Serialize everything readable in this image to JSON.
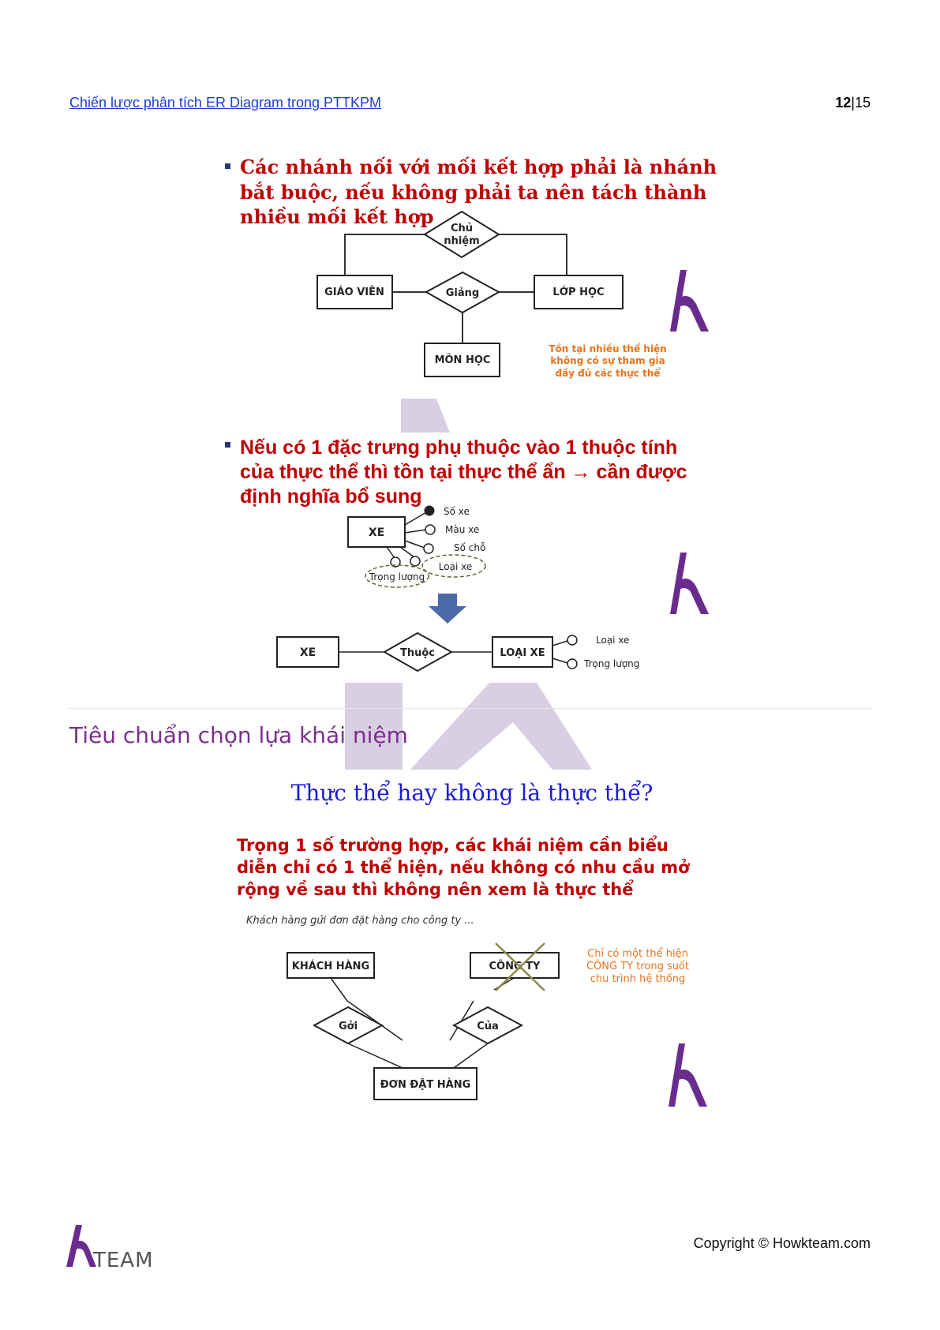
{
  "header": {
    "doc_title": "Chiến lược phân tích ER Diagram trong PTTKPM",
    "page_current": "12",
    "page_sep": "|",
    "page_total": "15"
  },
  "figure1": {
    "bullet_lines": [
      "Các nhánh nối với mối kết hợp phải là nhánh",
      "bắt buộc, nếu không phải ta nên tách thành",
      "nhiều mối kết hợp"
    ],
    "rel_top_lines": [
      "Chủ",
      "nhiệm"
    ],
    "entity_left": "GIÁO VIÊN",
    "rel_mid": "Giảng",
    "entity_right": "LỚP HỌC",
    "entity_bottom": "MÔN HỌC",
    "note_lines": [
      "Tồn tại nhiều thể hiện",
      "không có sự tham gia",
      "đầy đủ các thực thể"
    ]
  },
  "figure2": {
    "bullet_lines": [
      "Nếu có 1 đặc trưng phụ thuộc vào 1 thuộc tính",
      "của thực thể thì tồn tại thực thể ẩn → cần được",
      "định nghĩa bổ sung"
    ],
    "entity": "XE",
    "attrs": [
      "Số xe",
      "Màu xe",
      "Số chỗ",
      "Loại xe",
      "Trọng lượng"
    ],
    "entity_b1": "XE",
    "rel_b": "Thuộc",
    "entity_b2": "LOẠI XE",
    "attrs_b": [
      "Loại xe",
      "Trọng lượng"
    ]
  },
  "section": {
    "title": "Tiêu chuẩn chọn lựa khái niệm"
  },
  "figure3": {
    "heading": "Thực thể hay không là thực thể?",
    "para_lines": [
      "Trọng 1 số trường hợp, các khái niệm cần biểu",
      "diễn chỉ có 1 thể hiện, nếu không có nhu cầu mở",
      "rộng về sau thì không nên xem là thực thể"
    ],
    "example": "Khách hàng gửi đơn đặt hàng cho công ty ...",
    "entity_customer": "KHÁCH HÀNG",
    "entity_company": "CÔNG TY",
    "note_lines": [
      "Chỉ có một thể hiện",
      "CÔNG TY trong suốt",
      "chu trình hệ thống"
    ],
    "rel_send": "Gởi",
    "rel_of": "Của",
    "entity_order": "ĐƠN ĐẶT HÀNG"
  },
  "footer": {
    "copyright": "Copyright © Howkteam.com",
    "logo_text": "TEAM"
  },
  "colors": {
    "link": "#1a3dd1",
    "red": "#c00000",
    "orange": "#e8731a",
    "purple": "#6a2b8e",
    "watermark": "#d9cfe3"
  }
}
